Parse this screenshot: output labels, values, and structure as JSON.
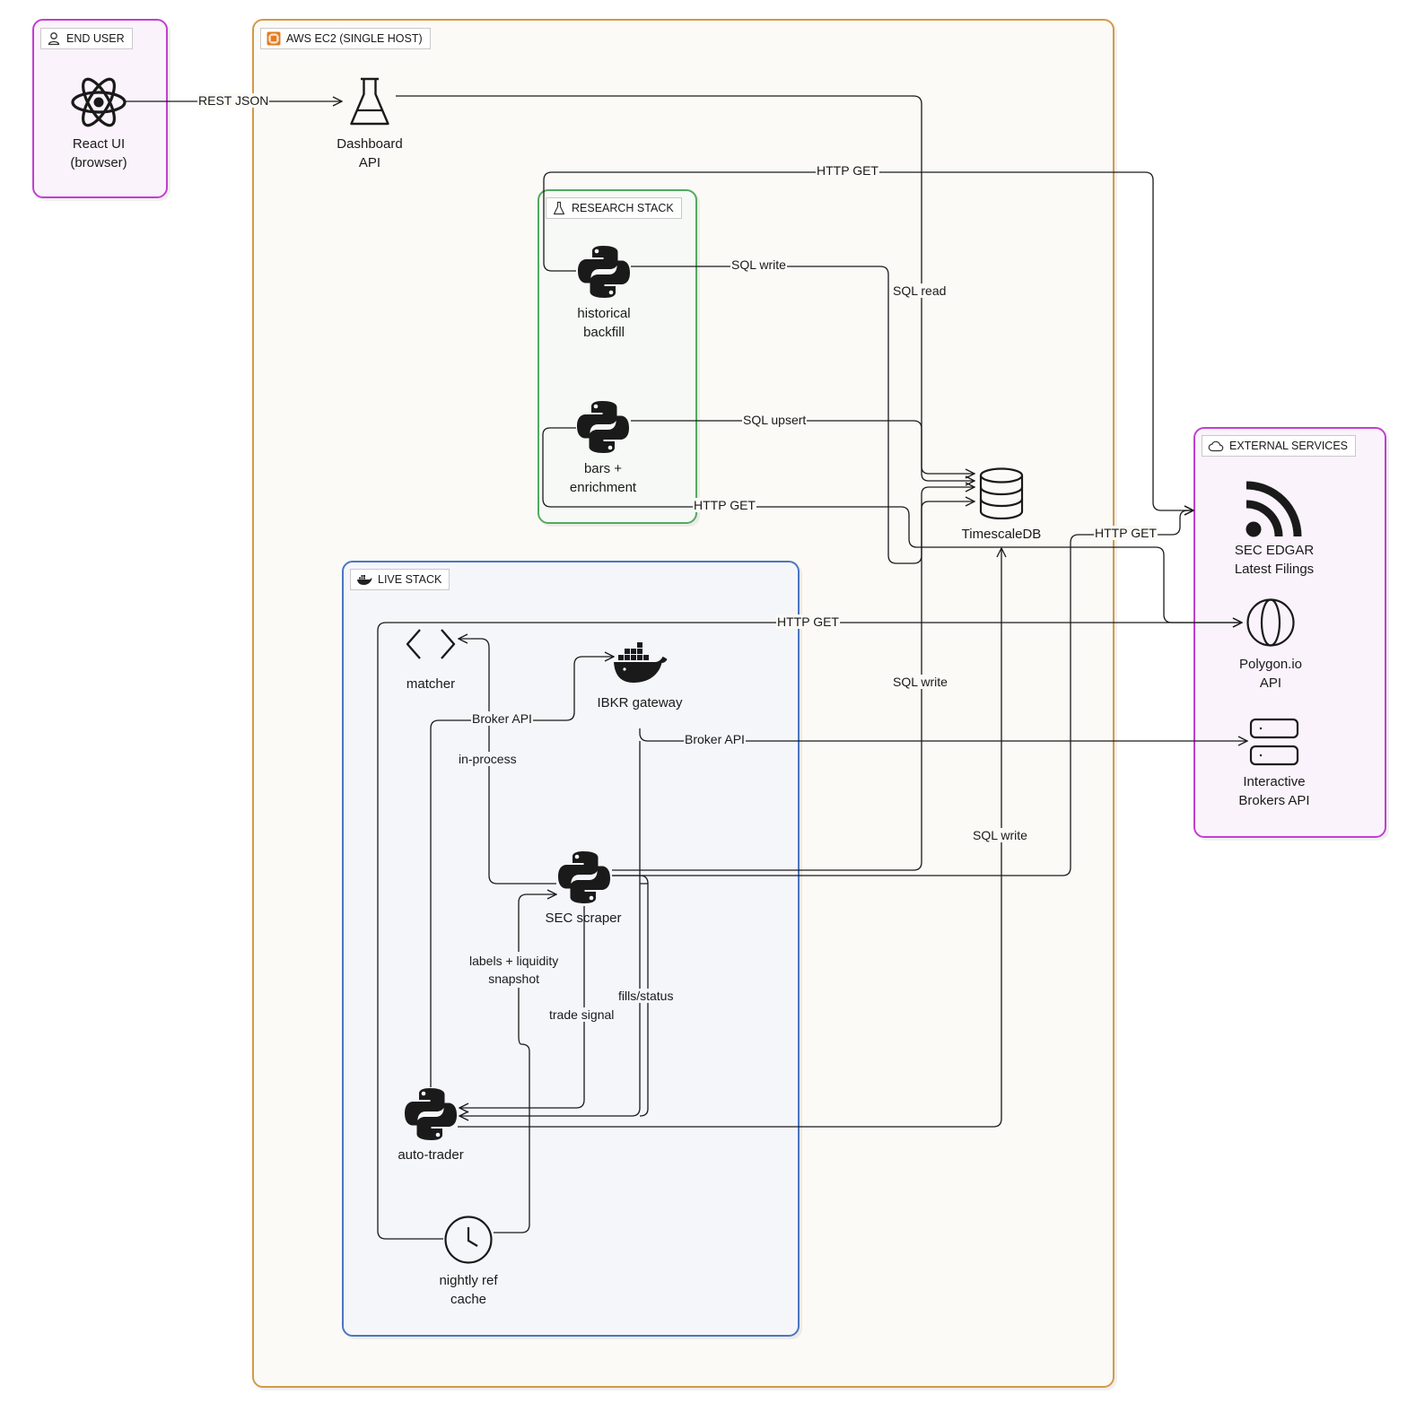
{
  "groups": {
    "end_user": "END USER",
    "aws_ec2": "AWS EC2 (SINGLE HOST)",
    "research_stack": "RESEARCH STACK",
    "live_stack": "LIVE STACK",
    "external_services": "EXTERNAL SERVICES"
  },
  "nodes": {
    "react_ui": "React UI\n(browser)",
    "dashboard_api": "Dashboard\nAPI",
    "historical_backfill": "historical\nbackfill",
    "bars_enrichment": "bars +\nenrichment",
    "timescaledb": "TimescaleDB",
    "matcher": "matcher",
    "ibkr_gateway": "IBKR gateway",
    "sec_scraper": "SEC scraper",
    "auto_trader": "auto-trader",
    "nightly_ref_cache": "nightly ref\ncache",
    "sec_edgar": "SEC EDGAR\nLatest Filings",
    "polygon_api": "Polygon.io\nAPI",
    "ib_api": "Interactive\nBrokers API"
  },
  "edges": {
    "rest_json": "REST JSON",
    "http_get_backfill": "HTTP GET",
    "sql_write_backfill": "SQL write",
    "sql_read": "SQL read",
    "sql_upsert": "SQL upsert",
    "http_get_bars": "HTTP GET",
    "http_get_scraper": "HTTP GET",
    "http_get_matcher": "HTTP GET",
    "sql_write_scraper": "SQL write",
    "broker_api_trader": "Broker API",
    "in_process": "in-process",
    "broker_api_gateway": "Broker API",
    "sql_write_trader": "SQL write",
    "labels_liquidity": "labels + liquidity\nsnapshot",
    "trade_signal": "trade signal",
    "fills_status": "fills/status"
  }
}
